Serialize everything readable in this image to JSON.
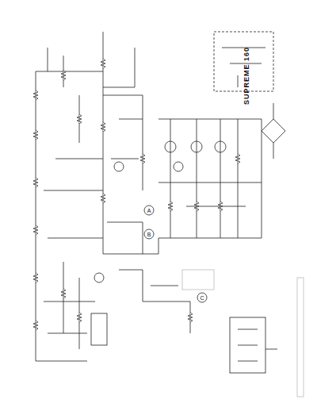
{
  "diagram": {
    "labels": [
      "SUPREME 160",
      "A",
      "B",
      "C"
    ]
  }
}
